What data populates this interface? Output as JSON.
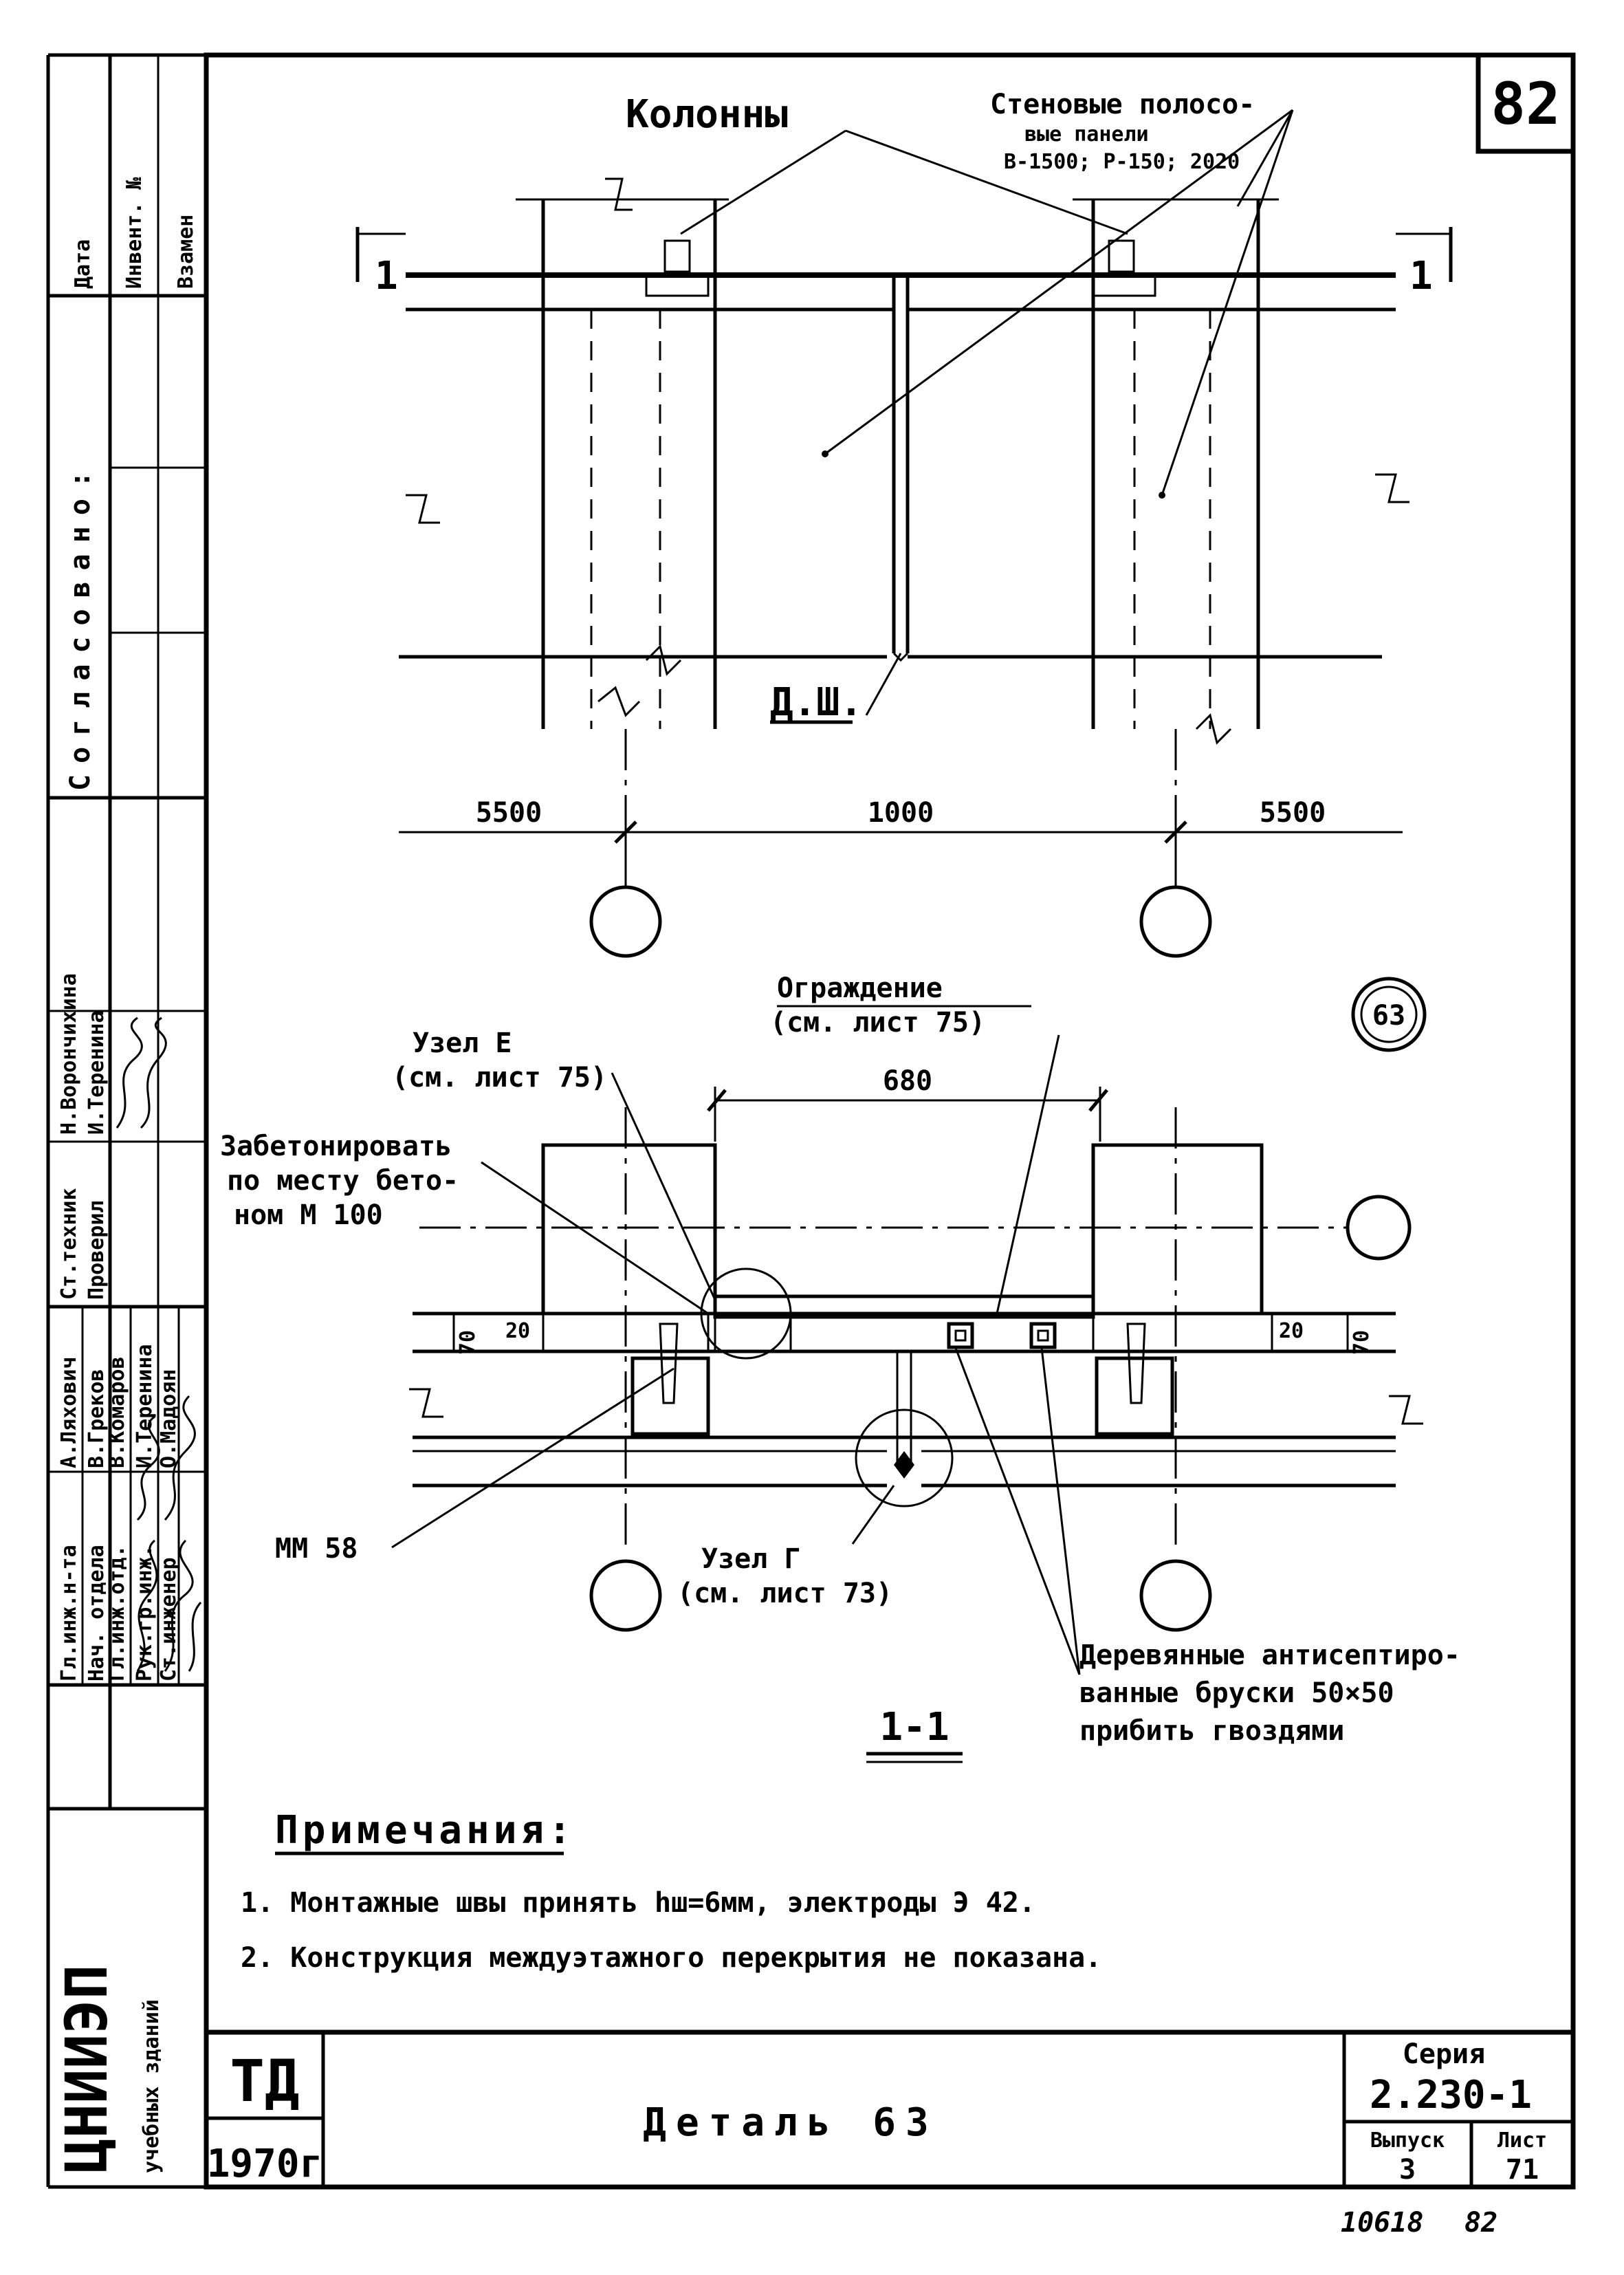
{
  "sheet_number": "82",
  "plan": {
    "label_columns": "Колонны",
    "label_wall_panels_line1": "Стеновые полосо-",
    "label_wall_panels_line2": "вые панели",
    "label_wall_panels_line3": "В-1500; Р-150; 2020",
    "label_seam": "Д.Ш.",
    "section_mark_left": "1",
    "section_mark_right": "1",
    "dim_left": "5500",
    "dim_mid": "1000",
    "dim_right": "5500"
  },
  "detail_marker": "63",
  "section": {
    "label_fence_line1": "Ограждение",
    "label_fence_line2": "(см. лист 75)",
    "dim_fence": "680",
    "label_node_e_line1": "Узел Е",
    "label_node_e_line2": "(см. лист 75)",
    "label_concrete_line1": "Забетонировать",
    "label_concrete_line2": "по месту бето-",
    "label_concrete_line3": "ном М 100",
    "dim_20_left": "20",
    "dim_70_left": "70",
    "dim_20_right": "20",
    "dim_70_right": "70",
    "label_mm": "ММ 58",
    "label_node_g_line1": "Узел Г",
    "label_node_g_line2": "(см. лист 73)",
    "label_wood_line1": "Деревянные антисептиро-",
    "label_wood_line2": "ванные бруски 50×50",
    "label_wood_line3": "прибить гвоздями",
    "section_title": "1-1"
  },
  "notes": {
    "heading": "Примечания:",
    "note1": "1. Монтажные швы принять hш=6мм, электроды Э 42.",
    "note2": "2. Конструкция междуэтажного перекрытия не показана."
  },
  "left_strip": {
    "agreed": "Согласовано:",
    "date": "Дата",
    "invent": "Инвент. №",
    "vzamen": "Взамен",
    "roles": [
      "Гл.инж.н-та",
      "Нач. отдела",
      "Гл.инж.отд.",
      "Рук.гр.инж.",
      "Ст.инженер",
      "Ст.техник",
      "Проверил"
    ],
    "names": [
      "А.Ляхович",
      "В.Греков",
      "В.Комаров",
      "И.Теренина",
      "О.Мадоян",
      "Н.Ворончихина",
      "И.Теренина"
    ]
  },
  "title_block": {
    "org_line1": "ЦНИИЭП",
    "org_line2": "учебных зданий",
    "td": "ТД",
    "year": "1970г",
    "title": "Деталь 63",
    "series_label": "Серия",
    "series": "2.230-1",
    "issue_label": "Выпуск",
    "issue": "3",
    "sheet_label": "Лист",
    "sheet": "71"
  },
  "footer": {
    "archive": "10618",
    "page": "82"
  }
}
